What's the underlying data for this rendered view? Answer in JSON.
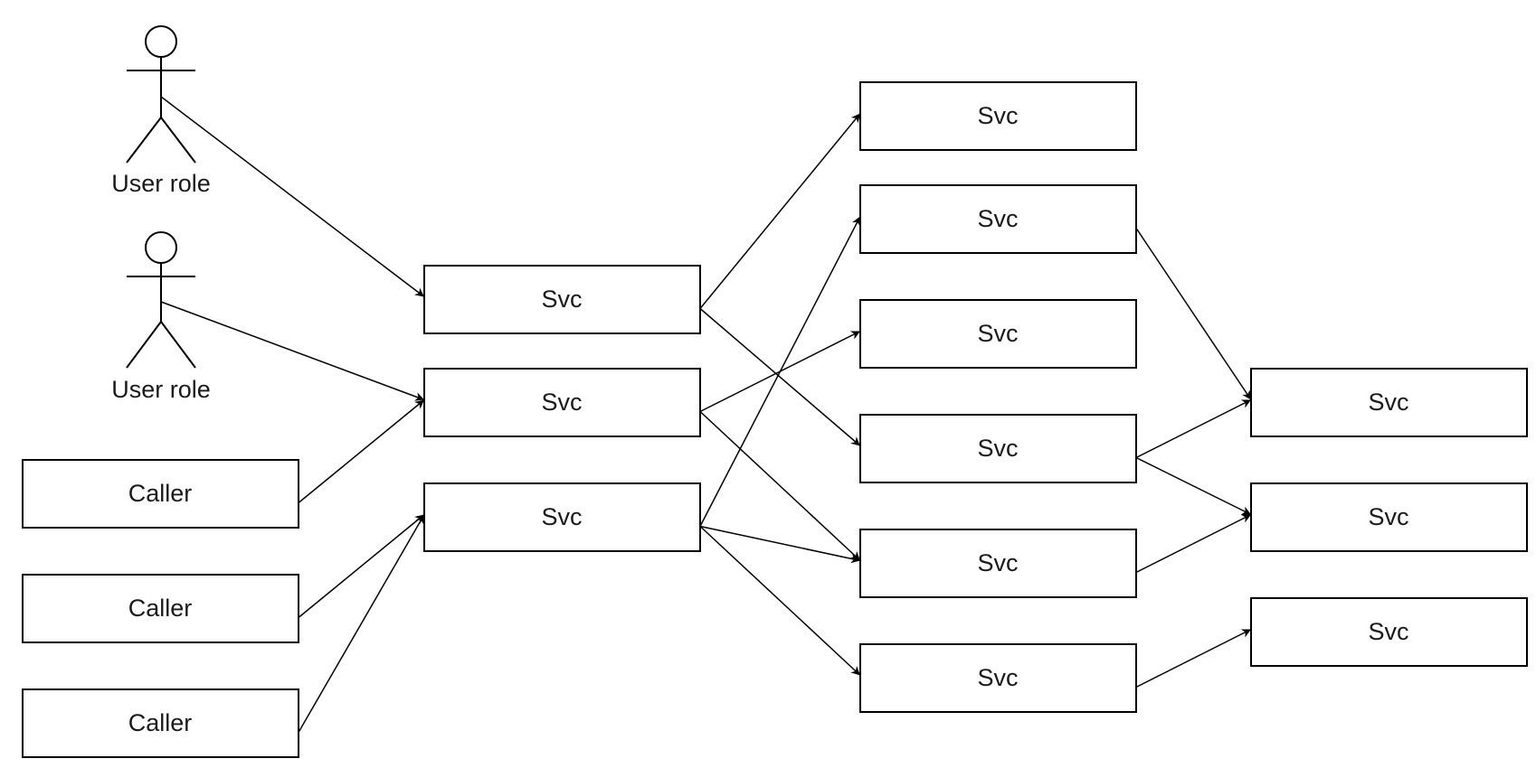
{
  "actors": [
    {
      "id": "a1",
      "label": "User role"
    },
    {
      "id": "a2",
      "label": "User role"
    }
  ],
  "boxes": [
    {
      "id": "c1",
      "label": "Caller"
    },
    {
      "id": "c2",
      "label": "Caller"
    },
    {
      "id": "c3",
      "label": "Caller"
    },
    {
      "id": "m1",
      "label": "Svc"
    },
    {
      "id": "m2",
      "label": "Svc"
    },
    {
      "id": "m3",
      "label": "Svc"
    },
    {
      "id": "r1",
      "label": "Svc"
    },
    {
      "id": "r2",
      "label": "Svc"
    },
    {
      "id": "r3",
      "label": "Svc"
    },
    {
      "id": "r4",
      "label": "Svc"
    },
    {
      "id": "r5",
      "label": "Svc"
    },
    {
      "id": "r6",
      "label": "Svc"
    },
    {
      "id": "f1",
      "label": "Svc"
    },
    {
      "id": "f2",
      "label": "Svc"
    },
    {
      "id": "f3",
      "label": "Svc"
    }
  ],
  "edges": [
    {
      "from": "a1",
      "to": "m1"
    },
    {
      "from": "a2",
      "to": "m2"
    },
    {
      "from": "c1",
      "to": "m2"
    },
    {
      "from": "c2",
      "to": "m3"
    },
    {
      "from": "c3",
      "to": "m3"
    },
    {
      "from": "m1",
      "to": "r1"
    },
    {
      "from": "m1",
      "to": "r4"
    },
    {
      "from": "m2",
      "to": "r3"
    },
    {
      "from": "m2",
      "to": "r5"
    },
    {
      "from": "m3",
      "to": "r2"
    },
    {
      "from": "m3",
      "to": "r5"
    },
    {
      "from": "m3",
      "to": "r6"
    },
    {
      "from": "r2",
      "to": "f1"
    },
    {
      "from": "r4",
      "to": "f1"
    },
    {
      "from": "r4",
      "to": "f2"
    },
    {
      "from": "r5",
      "to": "f2"
    },
    {
      "from": "r6",
      "to": "f3"
    }
  ]
}
